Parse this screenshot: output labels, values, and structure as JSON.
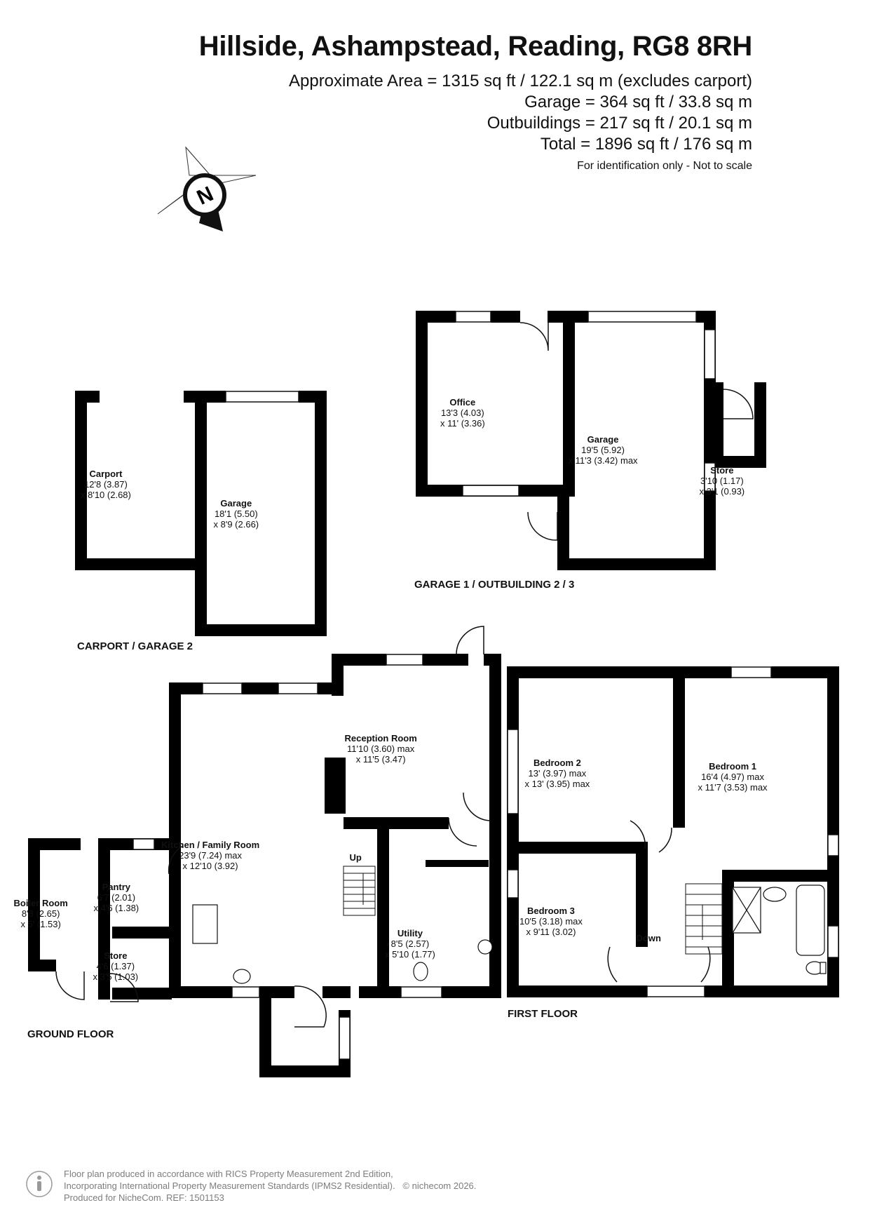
{
  "header": {
    "title": "Hillside, Ashampstead, Reading, RG8 8RH",
    "area": "Approximate Area = 1315 sq ft / 122.1 sq m (excludes carport)",
    "garage": "Garage = 364 sq ft / 33.8 sq m",
    "outbuildings": "Outbuildings = 217 sq ft / 20.1 sq m",
    "total": "Total = 1896 sq ft / 176 sq m",
    "note": "For identification only - Not to scale"
  },
  "compass": {
    "letter": "N",
    "icon": "compass-north-icon"
  },
  "sections": {
    "carport_garage2": "CARPORT / GARAGE 2",
    "garage1_outbuilding": "GARAGE 1 / OUTBUILDING 2 / 3",
    "ground_floor": "GROUND FLOOR",
    "first_floor": "FIRST FLOOR"
  },
  "rooms": {
    "carport": {
      "name": "Carport",
      "l1": "12'8 (3.87)",
      "l2": "x 8'10 (2.68)"
    },
    "garage2": {
      "name": "Garage",
      "l1": "18'1 (5.50)",
      "l2": "x 8'9 (2.66)"
    },
    "office": {
      "name": "Office",
      "l1": "13'3 (4.03)",
      "l2": "x 11' (3.36)"
    },
    "garage1": {
      "name": "Garage",
      "l1": "19'5 (5.92)",
      "l2": "x 11'3 (3.42) max"
    },
    "store_out": {
      "name": "Store",
      "l1": "3'10 (1.17)",
      "l2": "x 3'1 (0.93)"
    },
    "reception": {
      "name": "Reception Room",
      "l1": "11'10 (3.60) max",
      "l2": "x 11'5 (3.47)"
    },
    "kitchen": {
      "name": "Kitchen / Family Room",
      "l1": "23'9 (7.24) max",
      "l2": "x 12'10 (3.92)"
    },
    "pantry": {
      "name": "Pantry",
      "l1": "6'7 (2.01)",
      "l2": "x 4'6 (1.38)"
    },
    "boiler": {
      "name": "Boiler Room",
      "l1": "8'8 (2.65)",
      "l2": "x 5' (1.53)"
    },
    "store_gf": {
      "name": "Store",
      "l1": "4'6 (1.37)",
      "l2": "x 3'5 (1.03)"
    },
    "utility": {
      "name": "Utility",
      "l1": "8'5 (2.57)",
      "l2": "x 5'10 (1.77)"
    },
    "bedroom2": {
      "name": "Bedroom 2",
      "l1": "13' (3.97) max",
      "l2": "x 13' (3.95) max"
    },
    "bedroom1": {
      "name": "Bedroom 1",
      "l1": "16'4 (4.97) max",
      "l2": "x 11'7 (3.53) max"
    },
    "bedroom3": {
      "name": "Bedroom 3",
      "l1": "10'5 (3.18) max",
      "l2": "x 9'11 (3.02)"
    }
  },
  "stairs": {
    "up": "Up",
    "down": "Down"
  },
  "footer": {
    "line1": "Floor plan produced in accordance with RICS Property Measurement 2nd Edition,",
    "line2": "Incorporating International Property Measurement Standards (IPMS2 Residential).",
    "copyright": "© nichecom 2026.",
    "line3": "Produced for NicheCom.  REF: 1501153",
    "icon": "info-person-icon"
  }
}
